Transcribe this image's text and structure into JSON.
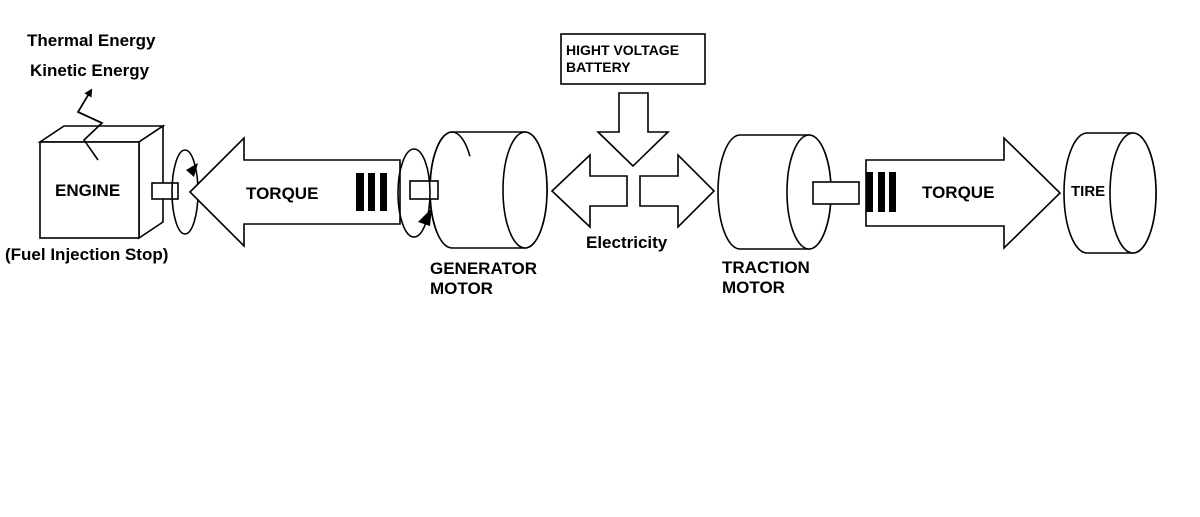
{
  "labels": {
    "thermal_energy": "Thermal Energy",
    "kinetic_energy": "Kinetic Energy",
    "engine": "ENGINE",
    "fuel_injection_stop": "(Fuel Injection Stop)",
    "torque_left": "TORQUE",
    "battery_line1": "HIGHT VOLTAGE",
    "battery_line2": "BATTERY",
    "electricity": "Electricity",
    "generator_line1": "GENERATOR",
    "generator_line2": "MOTOR",
    "traction_line1": "TRACTION",
    "traction_line2": "MOTOR",
    "torque_right": "TORQUE",
    "tire": "TIRE"
  },
  "icons": {
    "energy": "zigzag-up-arrow-icon",
    "rotation": "circular-rotation-arrow-icon"
  },
  "colors": {
    "stroke": "#000000",
    "fill": "#ffffff"
  }
}
